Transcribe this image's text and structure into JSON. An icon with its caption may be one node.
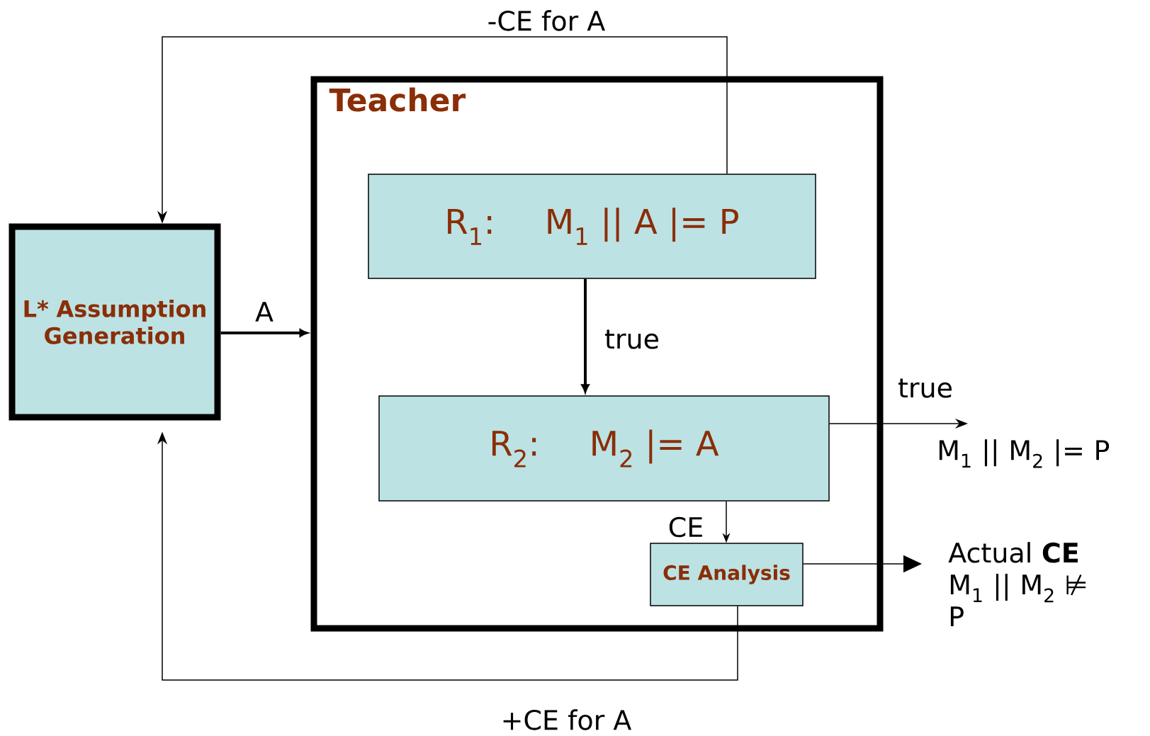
{
  "diagram": {
    "nodes": [
      {
        "text": [
          "Teacher"
        ]
      },
      {
        "text": [
          "R$_{1}$:",
          "M$_{1}$ || A |= P"
        ],
        "in": 0
      },
      {
        "text": [
          "R$_{2}$:",
          "M$_{2}$ |= A"
        ],
        "in": 0
      },
      {
        "text": [
          "CE Analysis"
        ],
        "in": 0
      },
      {
        "text": [
          "L* Assumption Generation"
        ]
      },
      {
        "text": [
          "M$_{1}$ || M$_{2}$ |= P"
        ]
      },
      {
        "text": [
          "Actual **CE** M$_{1}$ || M$_{2}$ ⊭ P"
        ]
      }
    ],
    "edges": [
      {
        "from": 4,
        "to": 0,
        "arrow": "to",
        "label": "A",
        "style": "thick"
      },
      {
        "from": 1,
        "to": 2,
        "arrow": "to",
        "label": "true",
        "style": "thick"
      },
      {
        "from": 2,
        "to": 5,
        "arrow": "to",
        "label": "true"
      },
      {
        "from": 2,
        "to": 3,
        "arrow": "to",
        "label": "CE"
      },
      {
        "from": 3,
        "to": 6,
        "arrow": "to"
      },
      {
        "from": 1,
        "to": 4,
        "arrow": "to",
        "label": "-CE for A"
      },
      {
        "from": 3,
        "to": 4,
        "arrow": "to",
        "label": "+CE for A"
      }
    ]
  }
}
